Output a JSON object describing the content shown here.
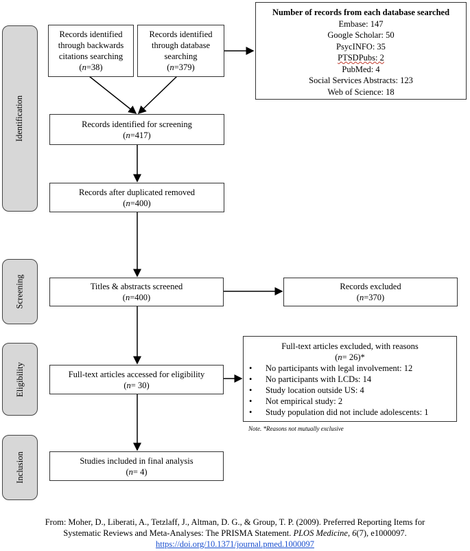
{
  "phases": {
    "identification": "Identification",
    "screening": "Screening",
    "eligibility": "Eligibility",
    "inclusion": "Inclusion"
  },
  "boxes": {
    "backwards": {
      "text": "Records identified through backwards citations searching",
      "n_label": "n",
      "n_value": "=38"
    },
    "database": {
      "text": "Records identified through database searching",
      "n_label": "n",
      "n_value": "=379"
    },
    "screening_ids": {
      "text": "Records identified for screening",
      "n_label": "n",
      "n_value": "=417"
    },
    "duplicates": {
      "text": "Records after duplicated removed",
      "n_label": "n",
      "n_value": "=400"
    },
    "titles": {
      "text": "Titles & abstracts screened",
      "n_label": "n",
      "n_value": "=400"
    },
    "excluded": {
      "text": "Records excluded",
      "n_label": "n",
      "n_value": "=370"
    },
    "fulltext": {
      "text": "Full-text articles accessed for eligibility",
      "n_label": "n",
      "n_value": "= 30"
    },
    "included": {
      "text": "Studies included in final analysis",
      "n_label": "n",
      "n_value": "= 4"
    }
  },
  "databases": {
    "title": "Number of records from each database searched",
    "items": [
      "Embase: 147",
      "Google Scholar: 50",
      "PsycINFO: 35",
      "PTSDPubs: 2",
      "PubMed: 4",
      "Social Services Abstracts: 123",
      "Web of Science: 18"
    ]
  },
  "reasons": {
    "title": "Full-text articles excluded, with reasons",
    "n_label": "n",
    "n_value": "= 26)*",
    "items": [
      "No participants with legal involvement: 12",
      "No participants with LCDs: 14",
      "Study location outside US: 4",
      "Not empirical study: 2",
      "Study population did not include adolescents: 1"
    ]
  },
  "note": {
    "label": "Note.",
    "text": " *Reasons not mutually exclusive"
  },
  "citation": {
    "line1": "From: Moher, D., Liberati, A., Tetzlaff, J., Altman, D. G., & Group, T. P. (2009). Preferred Reporting Items for",
    "line2_pre": "Systematic Reviews and Meta-Analyses: The PRISMA Statement. ",
    "journal": "PLOS Medicine",
    "sep": ", ",
    "volume": "6",
    "rest": "(7), e1000097.",
    "link": "https://doi.org/10.1371/journal.pmed.1000097"
  }
}
